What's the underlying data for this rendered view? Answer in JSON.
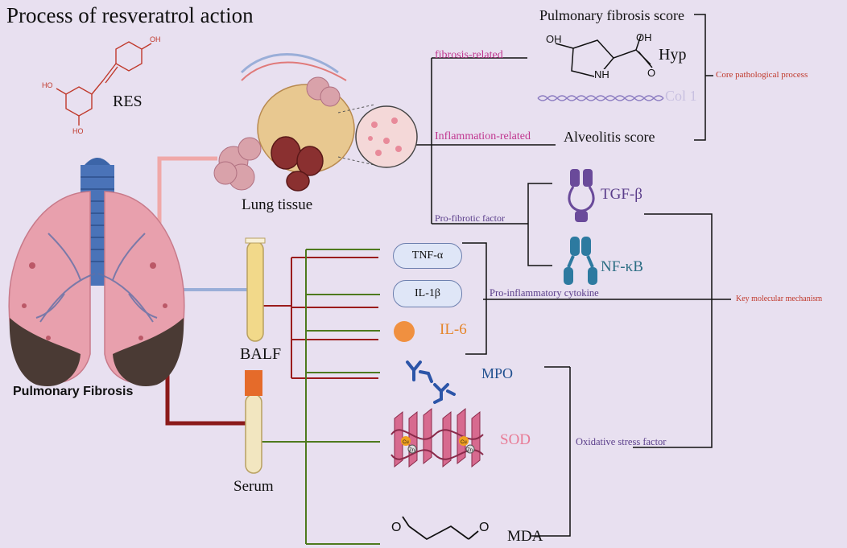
{
  "title": "Process of resveratrol action",
  "compound": {
    "name": "RES"
  },
  "organ_label": "Pulmonary Fibrosis",
  "samples": {
    "lung": "Lung tissue",
    "balf": "BALF",
    "serum": "Serum"
  },
  "categories": {
    "fibrosis": "fibrosis-related",
    "inflammation": "Inflammation-related",
    "profibrotic": "Pro-fibrotic factor",
    "proinflammatory": "Pro-inflammatory cytokine",
    "oxidative": "Oxidative stress factor"
  },
  "markers": {
    "pf_score": "Pulmonary fibrosis score",
    "hyp": "Hyp",
    "col1": "Col 1",
    "alv_score": "Alveolitis score",
    "tgf": "TGF-β",
    "nfkb": "NF-κB",
    "tnf": "TNF-α",
    "il1": "IL-1β",
    "il6": "IL-6",
    "mpo": "MPO",
    "sod": "SOD",
    "mda": "MDA"
  },
  "chem": {
    "oh": "OH",
    "nh": "NH",
    "o": "O",
    "zn": "Zn",
    "cu": "Cu"
  },
  "processes": {
    "core": "Core pathological process",
    "key": "Key molecular mechanism"
  },
  "colors": {
    "lung_line": "#f0a8a8",
    "balf_line": "#9aaed8",
    "serum_line": "#8b1a1a",
    "cytokine_red": "#9b1c1c",
    "cytokine_green": "#4e7a1e",
    "magenta": "#c0368f",
    "purple": "#5a3d8a",
    "teal": "#2d6e84",
    "orange": "#e5852a",
    "blue": "#1f4f8f",
    "pink": "#e87b95",
    "red_label": "#c0392b"
  }
}
